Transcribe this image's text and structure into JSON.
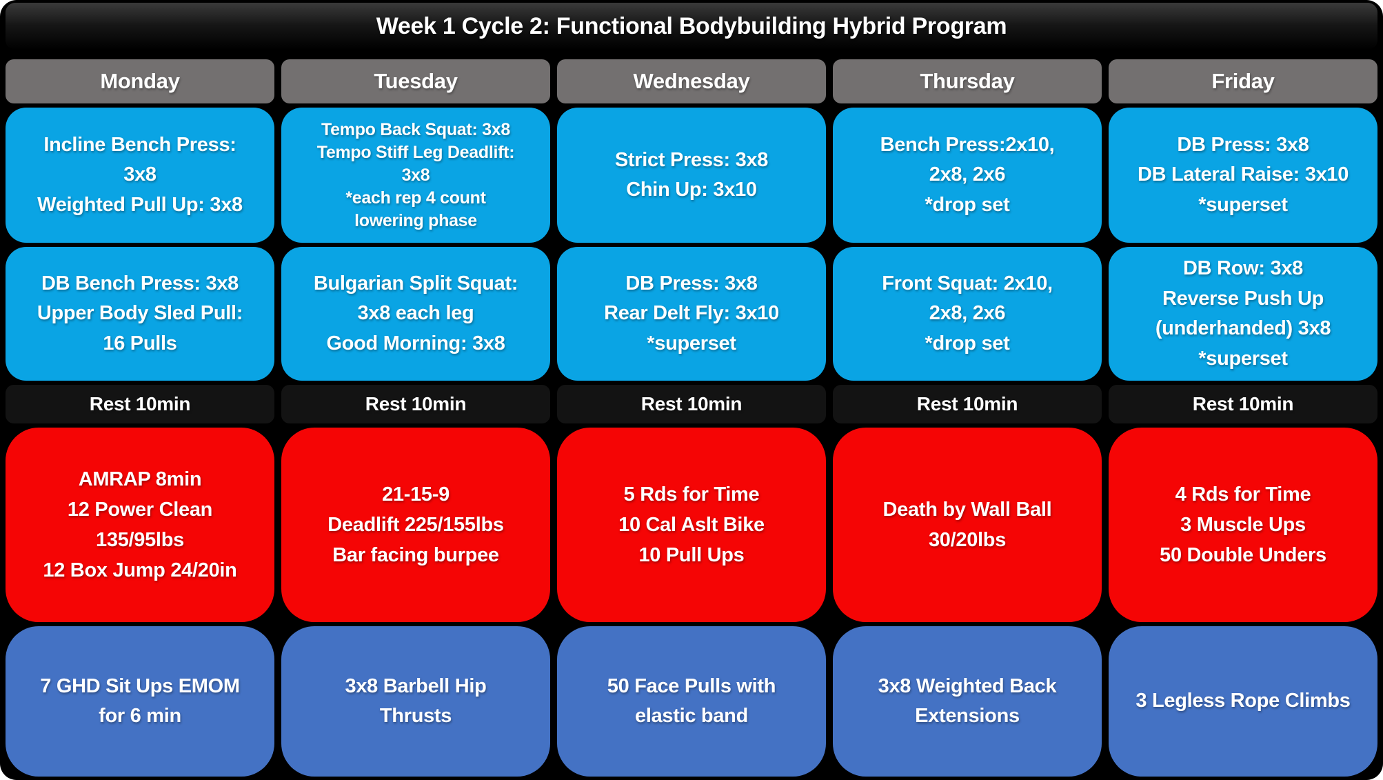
{
  "title": "Week 1 Cycle 2: Functional Bodybuilding Hybrid Program",
  "rest_label": "Rest 10min",
  "colors": {
    "strength": "#0AA4E4",
    "metcon": "#F50505",
    "accessory": "#4472C4",
    "header": "#737070",
    "rest": "#131313",
    "background": "#000000",
    "text": "#FFFFFF"
  },
  "days": [
    {
      "label": "Monday",
      "strength1": [
        "Incline Bench Press:",
        "3x8",
        "Weighted Pull Up: 3x8"
      ],
      "strength2": [
        "DB Bench Press: 3x8",
        "Upper Body Sled Pull:",
        "16 Pulls"
      ],
      "rest": "Rest 10min",
      "metcon": [
        "AMRAP 8min",
        "12 Power Clean",
        "135/95lbs",
        "12 Box Jump 24/20in"
      ],
      "accessory": [
        "7 GHD Sit Ups EMOM",
        "for 6 min"
      ]
    },
    {
      "label": "Tuesday",
      "strength1": [
        "Tempo Back Squat: 3x8",
        "Tempo Stiff Leg Deadlift:",
        "3x8",
        "*each rep 4 count",
        "lowering phase"
      ],
      "strength2": [
        "Bulgarian Split Squat:",
        "3x8 each leg",
        "Good Morning: 3x8"
      ],
      "rest": "Rest 10min",
      "metcon": [
        "21-15-9",
        "Deadlift 225/155lbs",
        "Bar facing burpee"
      ],
      "accessory": [
        "3x8 Barbell Hip",
        "Thrusts"
      ]
    },
    {
      "label": "Wednesday",
      "strength1": [
        "Strict Press: 3x8",
        "Chin Up: 3x10"
      ],
      "strength2": [
        "DB Press: 3x8",
        "Rear Delt Fly: 3x10",
        "*superset"
      ],
      "rest": "Rest 10min",
      "metcon": [
        "5 Rds for Time",
        "10 Cal Aslt Bike",
        "10 Pull Ups"
      ],
      "accessory": [
        "50 Face Pulls with",
        "elastic band"
      ]
    },
    {
      "label": "Thursday",
      "strength1": [
        "Bench Press:2x10,",
        "2x8, 2x6",
        "*drop set"
      ],
      "strength2": [
        "Front Squat: 2x10,",
        "2x8, 2x6",
        "*drop set"
      ],
      "rest": "Rest 10min",
      "metcon": [
        "Death by Wall Ball",
        "30/20lbs"
      ],
      "accessory": [
        "3x8 Weighted Back",
        "Extensions"
      ]
    },
    {
      "label": "Friday",
      "strength1": [
        "DB Press: 3x8",
        "DB Lateral Raise: 3x10",
        "*superset"
      ],
      "strength2": [
        "DB Row: 3x8",
        "Reverse Push Up",
        "(underhanded) 3x8",
        "*superset"
      ],
      "rest": "Rest 10min",
      "metcon": [
        "4 Rds for Time",
        "3 Muscle Ups",
        "50 Double Unders"
      ],
      "accessory": [
        "3 Legless Rope Climbs"
      ]
    }
  ]
}
